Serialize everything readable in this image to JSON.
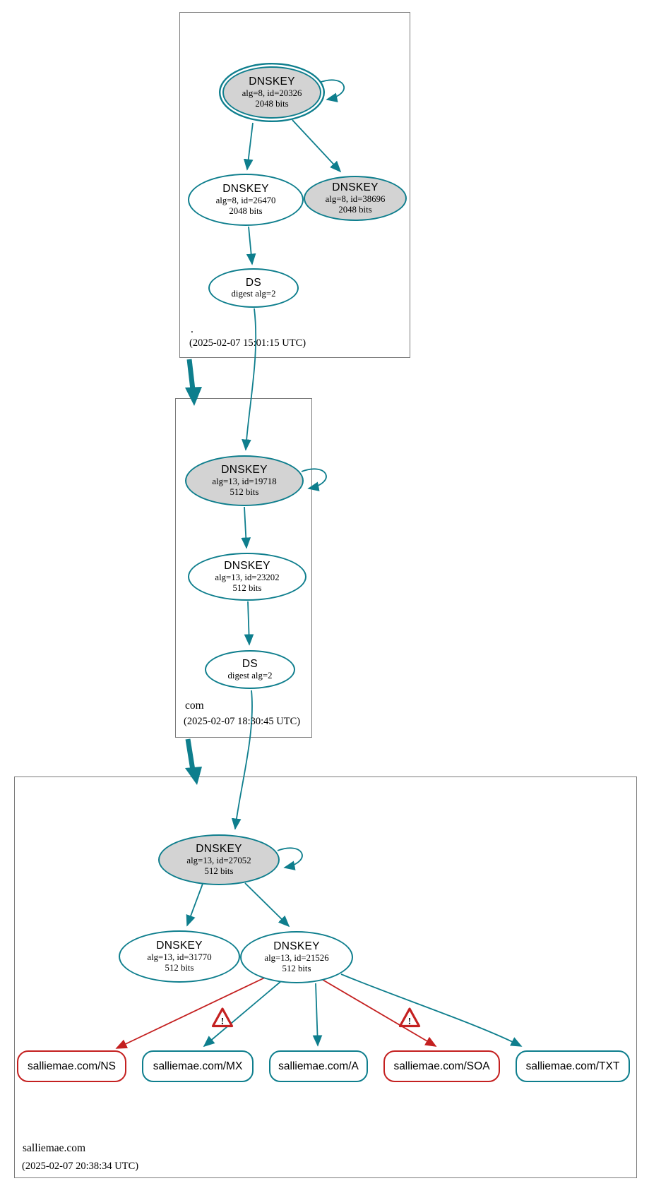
{
  "colors": {
    "secure_teal": "#0e7e8d",
    "error_red": "#c42020",
    "ksk_fill_gray": "#d3d3d3",
    "node_fill_white": "#ffffff",
    "zone_box_border": "#7a7a7a"
  },
  "warning_icon": "!",
  "zones": [
    {
      "label": ".",
      "timestamp": "(2025-02-07 15:01:15 UTC)",
      "nodes": {
        "ksk20326": {
          "title": "DNSKEY",
          "detail1": "alg=8, id=20326",
          "detail2": "2048 bits",
          "style": "trust-anchor, gray, self-signed"
        },
        "zsk26470": {
          "title": "DNSKEY",
          "detail1": "alg=8, id=26470",
          "detail2": "2048 bits",
          "style": "white"
        },
        "ksk38696": {
          "title": "DNSKEY",
          "detail1": "alg=8, id=38696",
          "detail2": "2048 bits",
          "style": "gray"
        },
        "ds": {
          "title": "DS",
          "detail1": "digest alg=2",
          "style": "white"
        }
      }
    },
    {
      "label": "com",
      "timestamp": "(2025-02-07 18:30:45 UTC)",
      "nodes": {
        "ksk19718": {
          "title": "DNSKEY",
          "detail1": "alg=13, id=19718",
          "detail2": "512 bits",
          "style": "gray, self-signed"
        },
        "zsk23202": {
          "title": "DNSKEY",
          "detail1": "alg=13, id=23202",
          "detail2": "512 bits",
          "style": "white"
        },
        "ds": {
          "title": "DS",
          "detail1": "digest alg=2",
          "style": "white"
        }
      }
    },
    {
      "label": "salliemae.com",
      "timestamp": "(2025-02-07 20:38:34 UTC)",
      "nodes": {
        "ksk27052": {
          "title": "DNSKEY",
          "detail1": "alg=13, id=27052",
          "detail2": "512 bits",
          "style": "gray, self-signed"
        },
        "key31770": {
          "title": "DNSKEY",
          "detail1": "alg=13, id=31770",
          "detail2": "512 bits",
          "style": "white"
        },
        "zsk21526": {
          "title": "DNSKEY",
          "detail1": "alg=13, id=21526",
          "detail2": "512 bits",
          "style": "white"
        }
      },
      "rrsets": [
        {
          "label": "salliemae.com/NS",
          "status": "warning"
        },
        {
          "label": "salliemae.com/MX",
          "status": "secure"
        },
        {
          "label": "salliemae.com/A",
          "status": "secure"
        },
        {
          "label": "salliemae.com/SOA",
          "status": "warning"
        },
        {
          "label": "salliemae.com/TXT",
          "status": "secure"
        }
      ]
    }
  ]
}
